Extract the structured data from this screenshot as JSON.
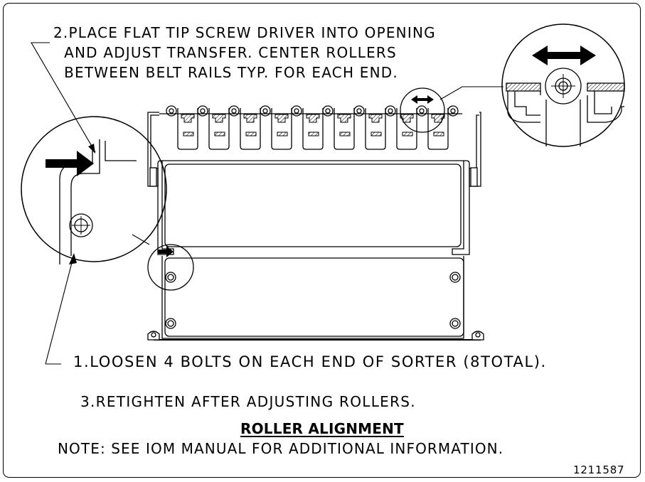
{
  "instructions": {
    "step2": "2.PLACE FLAT TIP SCREW DRIVER INTO OPENING\n  AND ADJUST TRANSFER. CENTER ROLLERS\n  BETWEEN BELT RAILS TYP. FOR EACH END.",
    "step1": "1.LOOSEN 4 BOLTS ON EACH END OF SORTER (8TOTAL).",
    "step3": "3.RETIGHTEN AFTER ADJUSTING ROLLERS."
  },
  "title": "ROLLER ALIGNMENT",
  "note": "NOTE: SEE IOM MANUAL FOR ADDITIONAL INFORMATION.",
  "drawing_number": "1211587",
  "colors": {
    "line": "#000000",
    "background": "#ffffff"
  },
  "icons": [
    "double-arrow-icon",
    "arrow-right-icon",
    "bolt-icon",
    "leader-arrow-icon"
  ]
}
